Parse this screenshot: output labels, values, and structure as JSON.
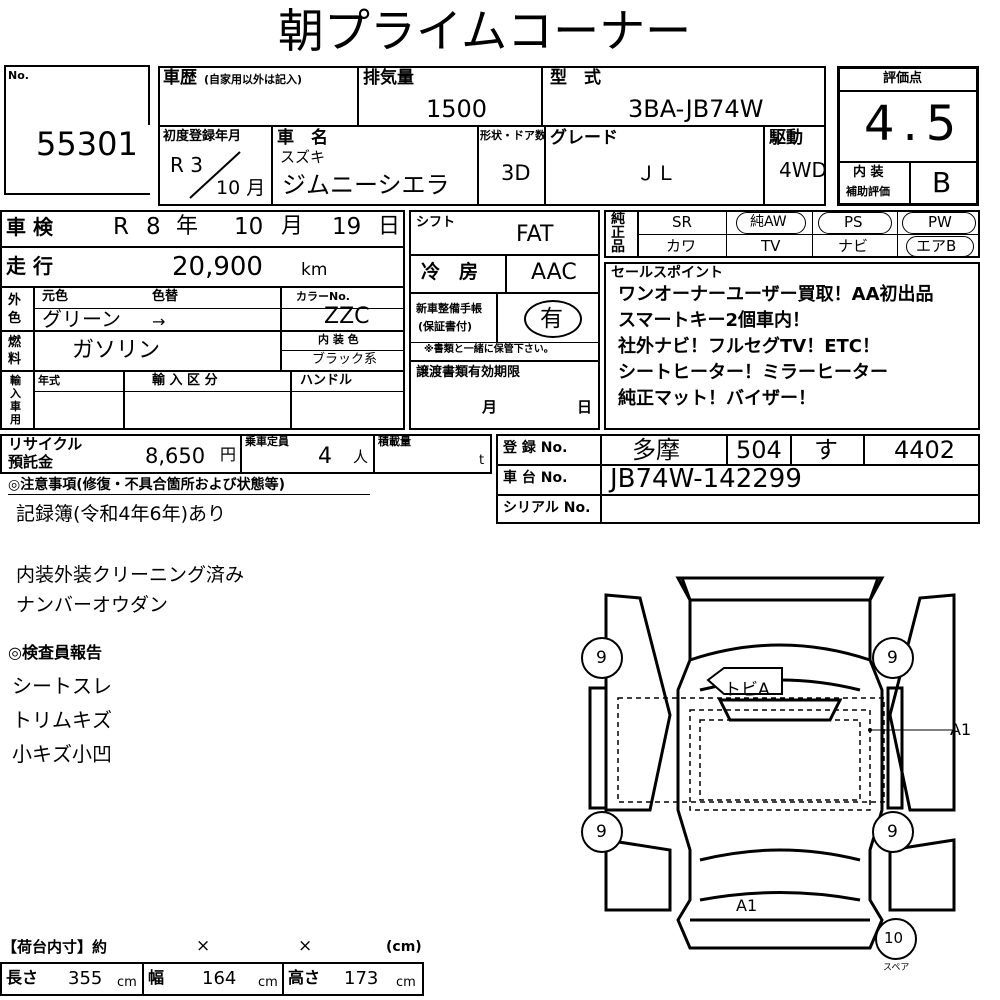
{
  "title": "朝プライムコーナー",
  "lot": {
    "no_label": "No.",
    "number": "55301"
  },
  "history": {
    "label": "車歴",
    "label_note": "(自家用以外は記入)"
  },
  "displacement": {
    "label": "排気量",
    "value": "1500"
  },
  "model": {
    "label": "型　式",
    "value": "3BA-JB74W"
  },
  "grade": {
    "label": "評価点",
    "score": "4.5",
    "interior_label_1": "内 装",
    "interior_label_2": "補助評価",
    "interior_value": "B"
  },
  "first_reg": {
    "label": "初度登録年月",
    "era": "R 3",
    "month": "10 月"
  },
  "car_name": {
    "label": "車　名",
    "maker": "スズキ",
    "name": "ジムニーシエラ"
  },
  "shape": {
    "label": "形状・ドア数",
    "value": "3D"
  },
  "grade_name": {
    "label": "グレード",
    "value": "ＪＬ"
  },
  "drive": {
    "label": "駆動",
    "value": "4WD"
  },
  "inspection": {
    "label": "車 検",
    "era": "R",
    "year": "8",
    "year_u": "年",
    "month": "10",
    "month_u": "月",
    "day": "19",
    "day_u": "日"
  },
  "mileage": {
    "label": "走 行",
    "value": "20,900",
    "unit": "km"
  },
  "shift": {
    "label": "シフト",
    "value": "FAT"
  },
  "ac": {
    "label": "冷　房",
    "value": "AAC"
  },
  "color": {
    "side_label": "外色",
    "orig_label": "元色",
    "change_label": "色替",
    "orig_value": "グリーン",
    "arrow": "→",
    "code_label": "カラーNo.",
    "code_value": "ZZC"
  },
  "fuel": {
    "side_label": "燃料",
    "value": "ガソリン",
    "interior_label": "内 装 色",
    "interior_value": "ブラック系"
  },
  "manual": {
    "label1": "新車整備手帳",
    "label2": "(保証書付)",
    "value": "有",
    "note": "※書類と一緒に保管下さい。"
  },
  "import": {
    "side_label": "輸入車用",
    "year_label": "年式",
    "type_label": "輸 入 区 分",
    "handle_label": "ハンドル"
  },
  "transfer": {
    "label": "譲渡書類有効期限",
    "month": "月",
    "day": "日"
  },
  "equipment": {
    "side_label": "純正品",
    "row1": [
      "SR",
      "純AW",
      "PS",
      "PW"
    ],
    "row2": [
      "カワ",
      "TV",
      "ナビ",
      "エアB"
    ]
  },
  "sales": {
    "label": "セールスポイント",
    "lines": [
      "ワンオーナーユーザー買取！AA初出品",
      "スマートキー2個車内！",
      "社外ナビ！フルセグTV！ETC！",
      "シートヒーター！ミラーヒーター",
      "純正マット！バイザー！"
    ]
  },
  "recycle": {
    "label1": "リサイクル",
    "label2": "預託金",
    "value": "8,650",
    "unit": "円"
  },
  "capacity": {
    "label": "乗車定員",
    "value": "4",
    "unit": "人"
  },
  "load": {
    "label": "積載量",
    "unit": "t"
  },
  "registration": {
    "label": "登 録 No.",
    "area": "多摩",
    "class": "504",
    "kana": "す",
    "number": "4402"
  },
  "chassis": {
    "label": "車 台 No.",
    "value": "JB74W-142299"
  },
  "serial": {
    "label": "シリアル No."
  },
  "notes": {
    "label": "◎注意事項(修復・不具合箇所および状態等)",
    "line1": "記録簿(令和4年6年)あり",
    "line2": "内装外装クリーニング済み",
    "line3": "ナンバーオウダン"
  },
  "inspector": {
    "label": "◎検査員報告",
    "lines": [
      "シートスレ",
      "トリムキズ",
      "小キズ小凹"
    ]
  },
  "diagram": {
    "tire_fl": "9",
    "tire_fr": "9",
    "tire_rl": "9",
    "tire_rr": "9",
    "spare": "10",
    "spare_label": "スペア",
    "roof_mark": "トビA",
    "side_mark": "A1",
    "rear_mark": "A1"
  },
  "cargo": {
    "label": "【荷台内寸】約",
    "x1": "×",
    "x2": "×",
    "unit": "(cm)",
    "length_label": "長さ",
    "length": "355",
    "width_label": "幅",
    "width": "164",
    "height_label": "高さ",
    "height": "173",
    "cm": "cm"
  }
}
